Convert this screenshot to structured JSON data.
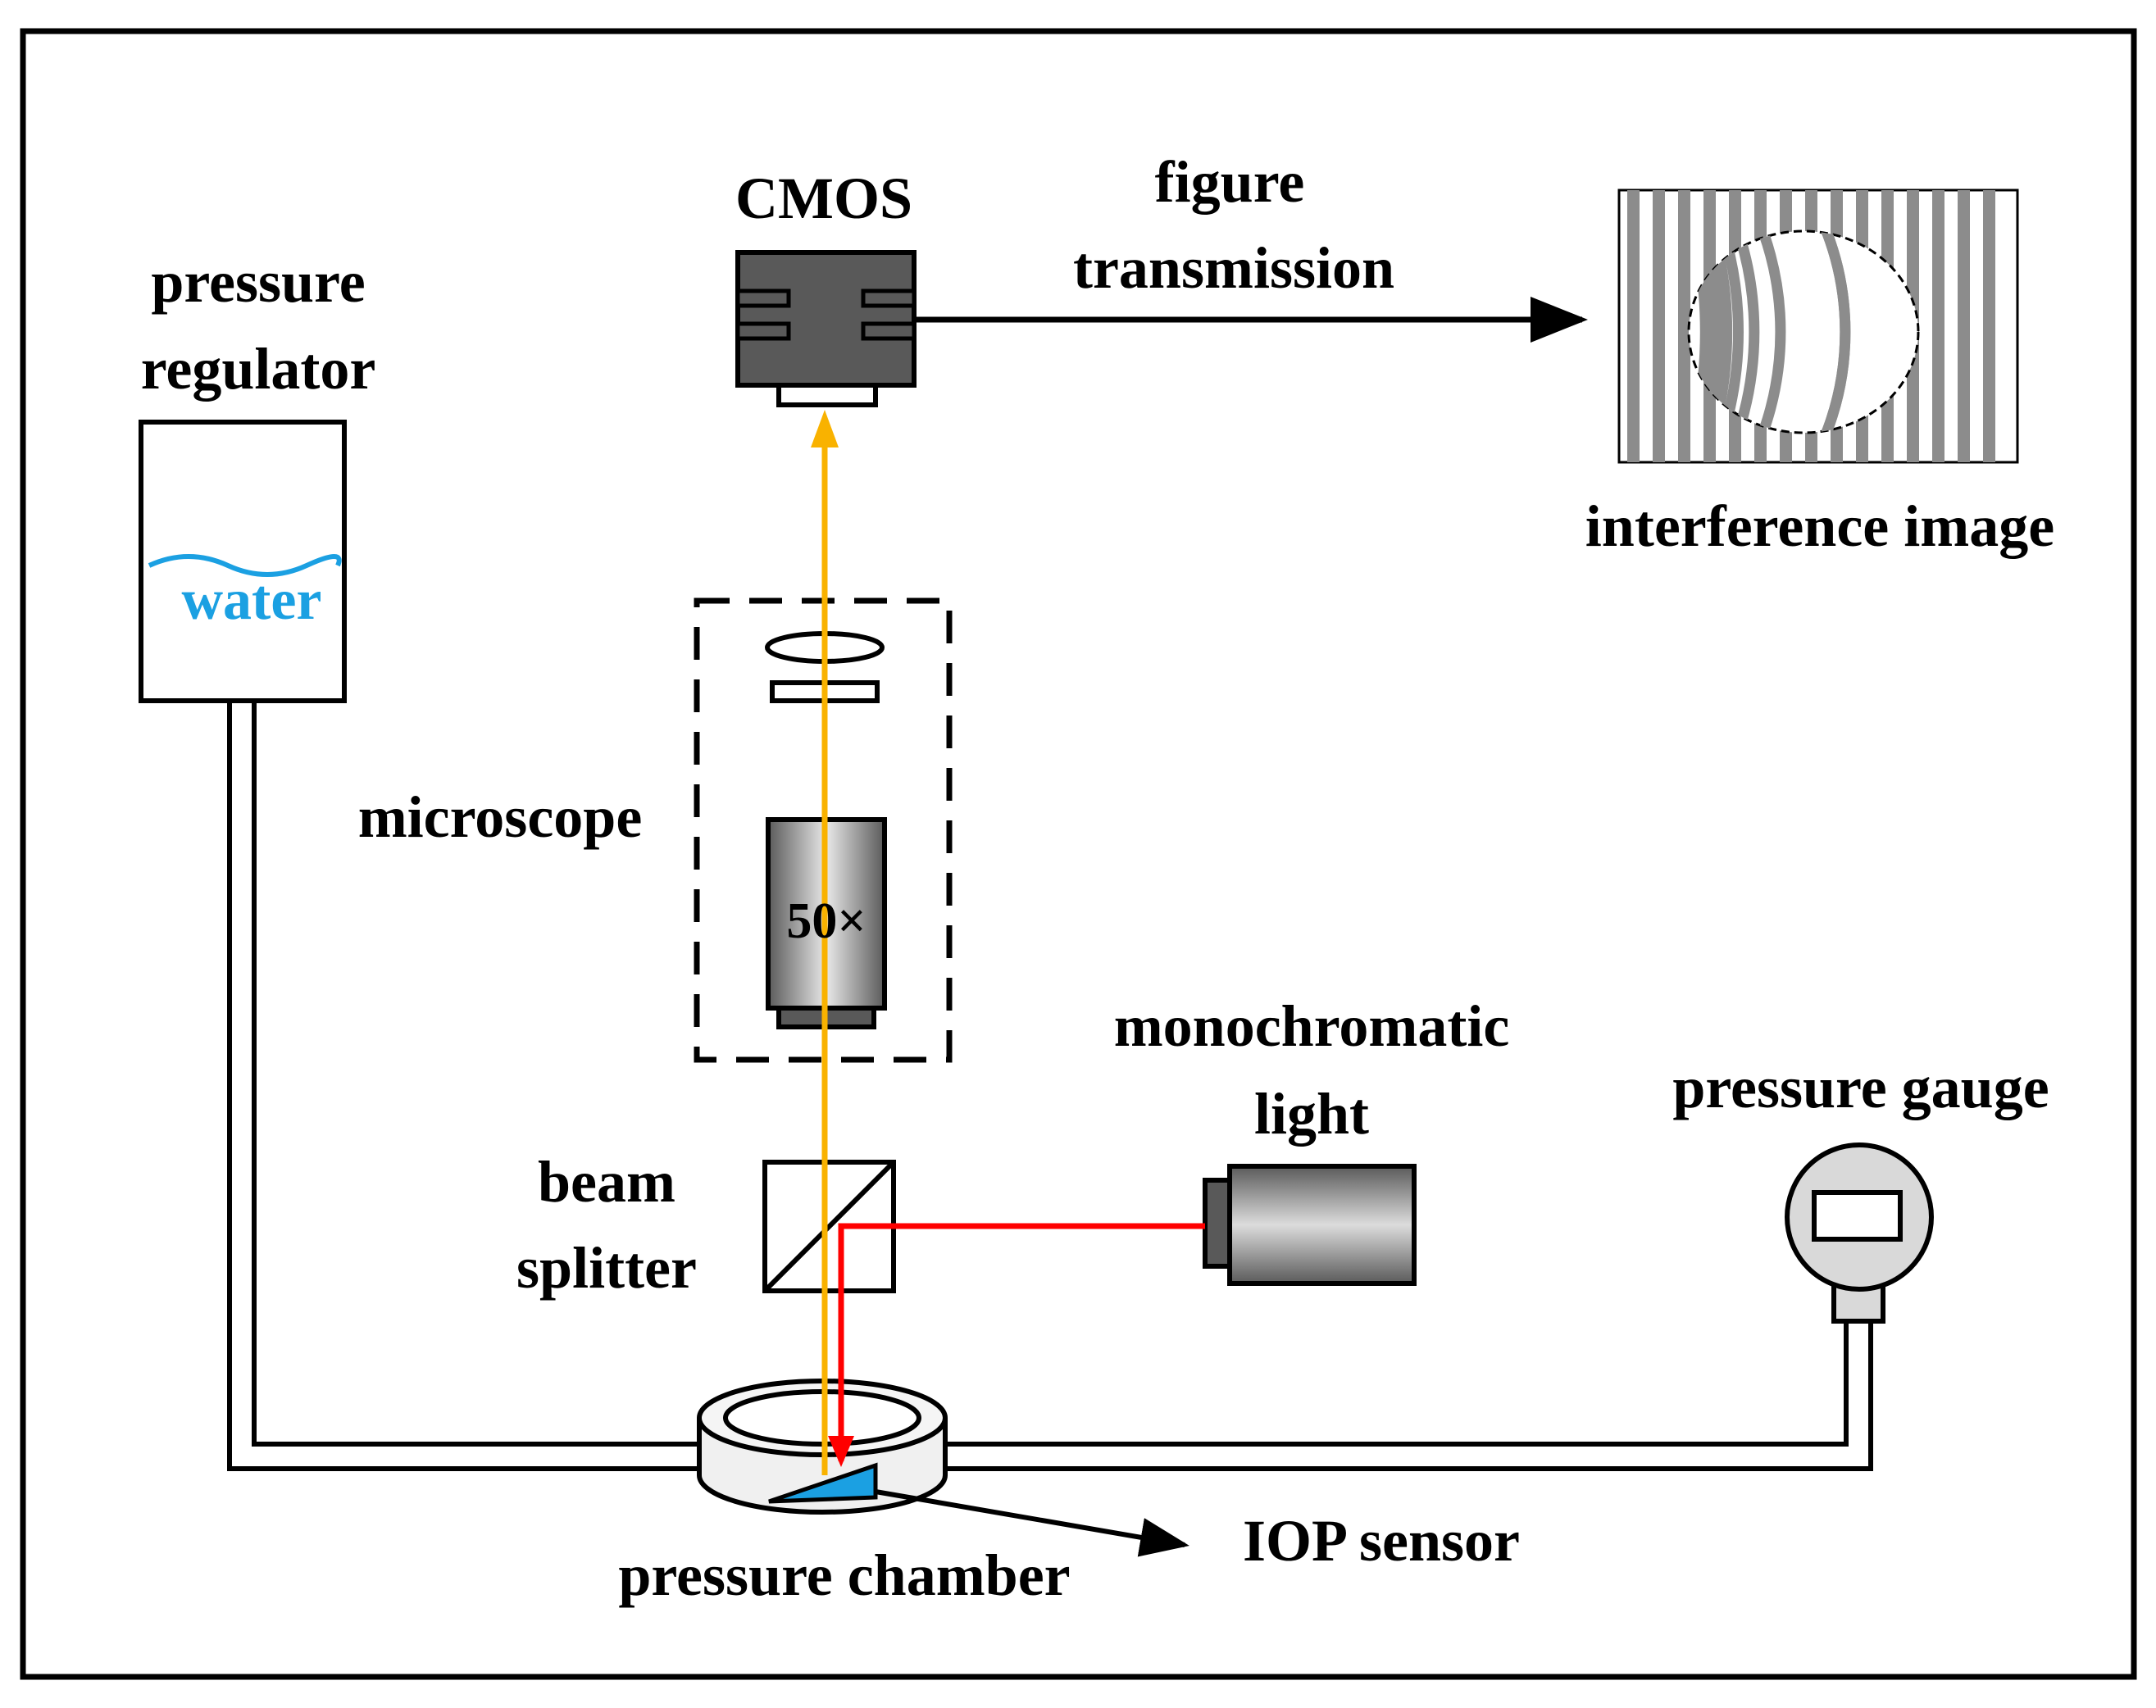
{
  "labels": {
    "cmos": "CMOS",
    "figure": "figure",
    "transmission": "transmission",
    "pressure_regulator_1": "pressure",
    "pressure_regulator_2": "regulator",
    "water": "water",
    "interference_image": "interference image",
    "microscope": "microscope",
    "magnification": "50×",
    "monochromatic": "monochromatic",
    "light": "light",
    "pressure_gauge": "pressure gauge",
    "beam": "beam",
    "splitter": "splitter",
    "pressure_chamber": "pressure chamber",
    "iop_sensor": "IOP sensor"
  },
  "colors": {
    "optical_path": "#f9b200",
    "light_path": "#ff0000",
    "water": "#1ba0e2",
    "sensor": "#1ba0e2",
    "cmos_body": "#595959",
    "fringe": "#8c8c8c"
  }
}
